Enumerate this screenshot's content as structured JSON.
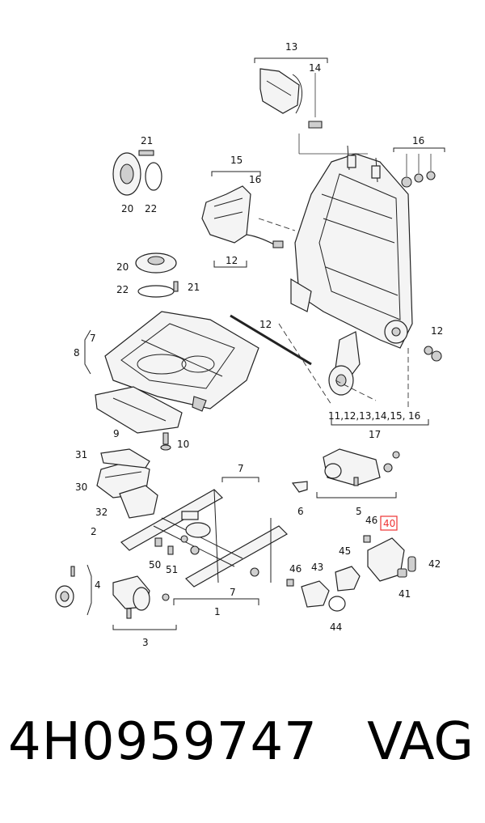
{
  "diagram": {
    "callouts": {
      "c1": "1",
      "c2": "2",
      "c3": "3",
      "c4": "4",
      "c5": "5",
      "c6": "6",
      "c7a": "7",
      "c7b": "7",
      "c7c": "7",
      "c8": "8",
      "c9": "9",
      "c10": "10",
      "c11_15": "11,12,13,14,15,",
      "c16a": "16",
      "c16b": "16",
      "c16c": "16",
      "c12a": "12",
      "c12b": "12",
      "c12c": "12",
      "c13": "13",
      "c14": "14",
      "c15": "15",
      "c17": "17",
      "c20a": "20",
      "c20b": "20",
      "c21a": "21",
      "c21b": "21",
      "c22a": "22",
      "c22b": "22",
      "c30": "30",
      "c31": "31",
      "c32": "32",
      "c40": "40",
      "c41": "41",
      "c42": "42",
      "c43": "43",
      "c44": "44",
      "c45": "45",
      "c46a": "46",
      "c46b": "46",
      "c50": "50",
      "c51": "51"
    },
    "highlighted_callout": "40",
    "highlight_color": "#e33333"
  },
  "footer": {
    "part_number": "4H0959747",
    "brand": "VAG"
  }
}
